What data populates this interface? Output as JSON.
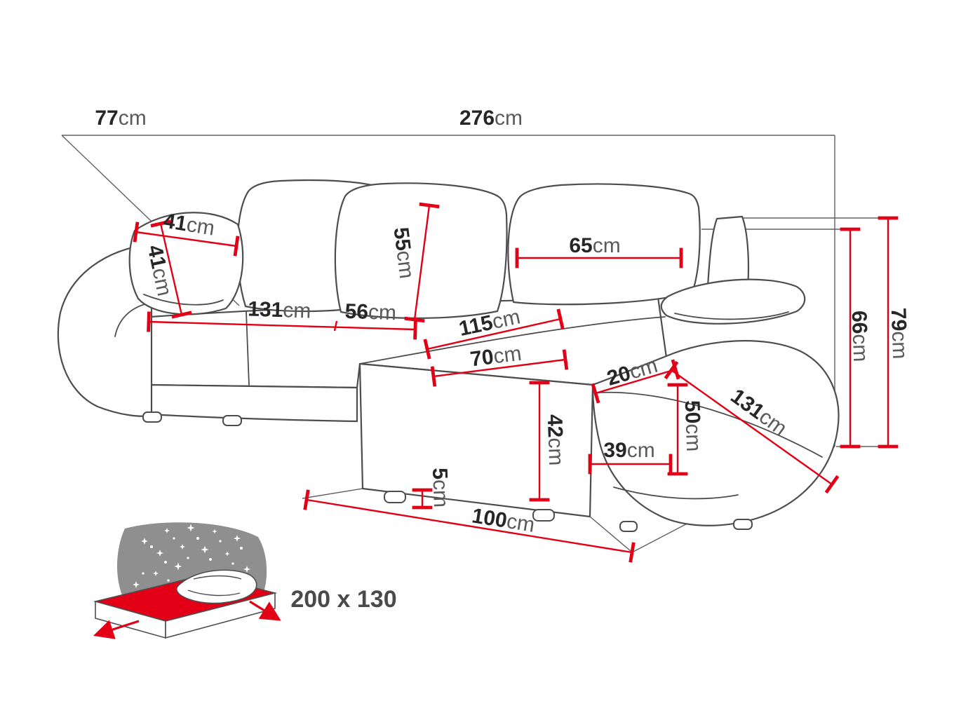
{
  "diagram": {
    "accent_color": "#e30016",
    "line_color": "#4d4d4d",
    "bed_size_label": {
      "value": "200 x 130"
    },
    "dims": {
      "depth_top": {
        "value": "77",
        "unit": "cm"
      },
      "width_total": {
        "value": "276",
        "unit": "cm"
      },
      "pillow_width": {
        "value": "41",
        "unit": "cm"
      },
      "pillow_height": {
        "value": "41",
        "unit": "cm"
      },
      "backrest_cushion_height": {
        "value": "55",
        "unit": "cm"
      },
      "back_cushion_width": {
        "value": "65",
        "unit": "cm"
      },
      "seat_width_left": {
        "value": "131",
        "unit": "cm"
      },
      "seat_width_corner": {
        "value": "56",
        "unit": "cm"
      },
      "seat_diagonal": {
        "value": "115",
        "unit": "cm"
      },
      "chaise_seat_width": {
        "value": "70",
        "unit": "cm"
      },
      "armrest_cushion_depth": {
        "value": "20",
        "unit": "cm"
      },
      "height_total": {
        "value": "79",
        "unit": "cm"
      },
      "height_backrest": {
        "value": "66",
        "unit": "cm"
      },
      "chaise_front_height": {
        "value": "42",
        "unit": "cm"
      },
      "seat_height": {
        "value": "50",
        "unit": "cm"
      },
      "base_height": {
        "value": "39",
        "unit": "cm"
      },
      "chaise_length": {
        "value": "131",
        "unit": "cm"
      },
      "leg_height": {
        "value": "5",
        "unit": "cm"
      },
      "chaise_depth": {
        "value": "100",
        "unit": "cm"
      }
    }
  }
}
